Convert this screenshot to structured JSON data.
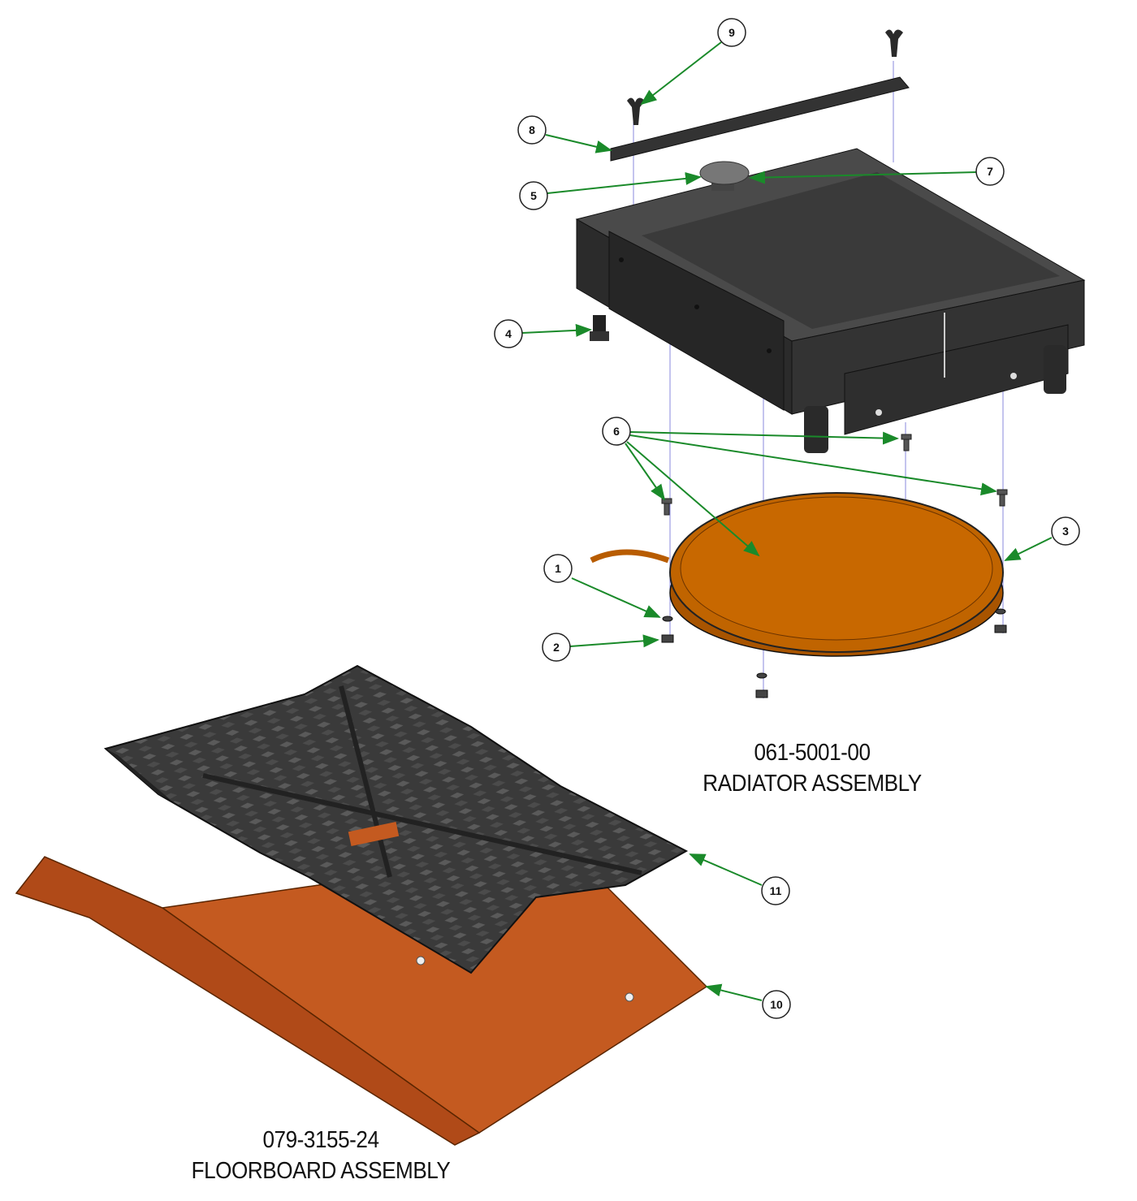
{
  "radiator_assembly": {
    "part_number": "061-5001-00",
    "title": "RADIATOR ASSEMBLY"
  },
  "floorboard_assembly": {
    "part_number": "079-3155-24",
    "title": "FLOORBOARD ASSEMBLY"
  },
  "callouts": [
    "1",
    "2",
    "3",
    "4",
    "5",
    "6",
    "7",
    "8",
    "9",
    "10",
    "11"
  ],
  "colors": {
    "leader_arrow": "#1a8a2a",
    "radiator_body": "#2e2e2e",
    "fan_shroud": "#c06400",
    "floor_pan": "#c45a20",
    "floor_mat": "#3a3a3a",
    "centerline": "#8888dd"
  }
}
